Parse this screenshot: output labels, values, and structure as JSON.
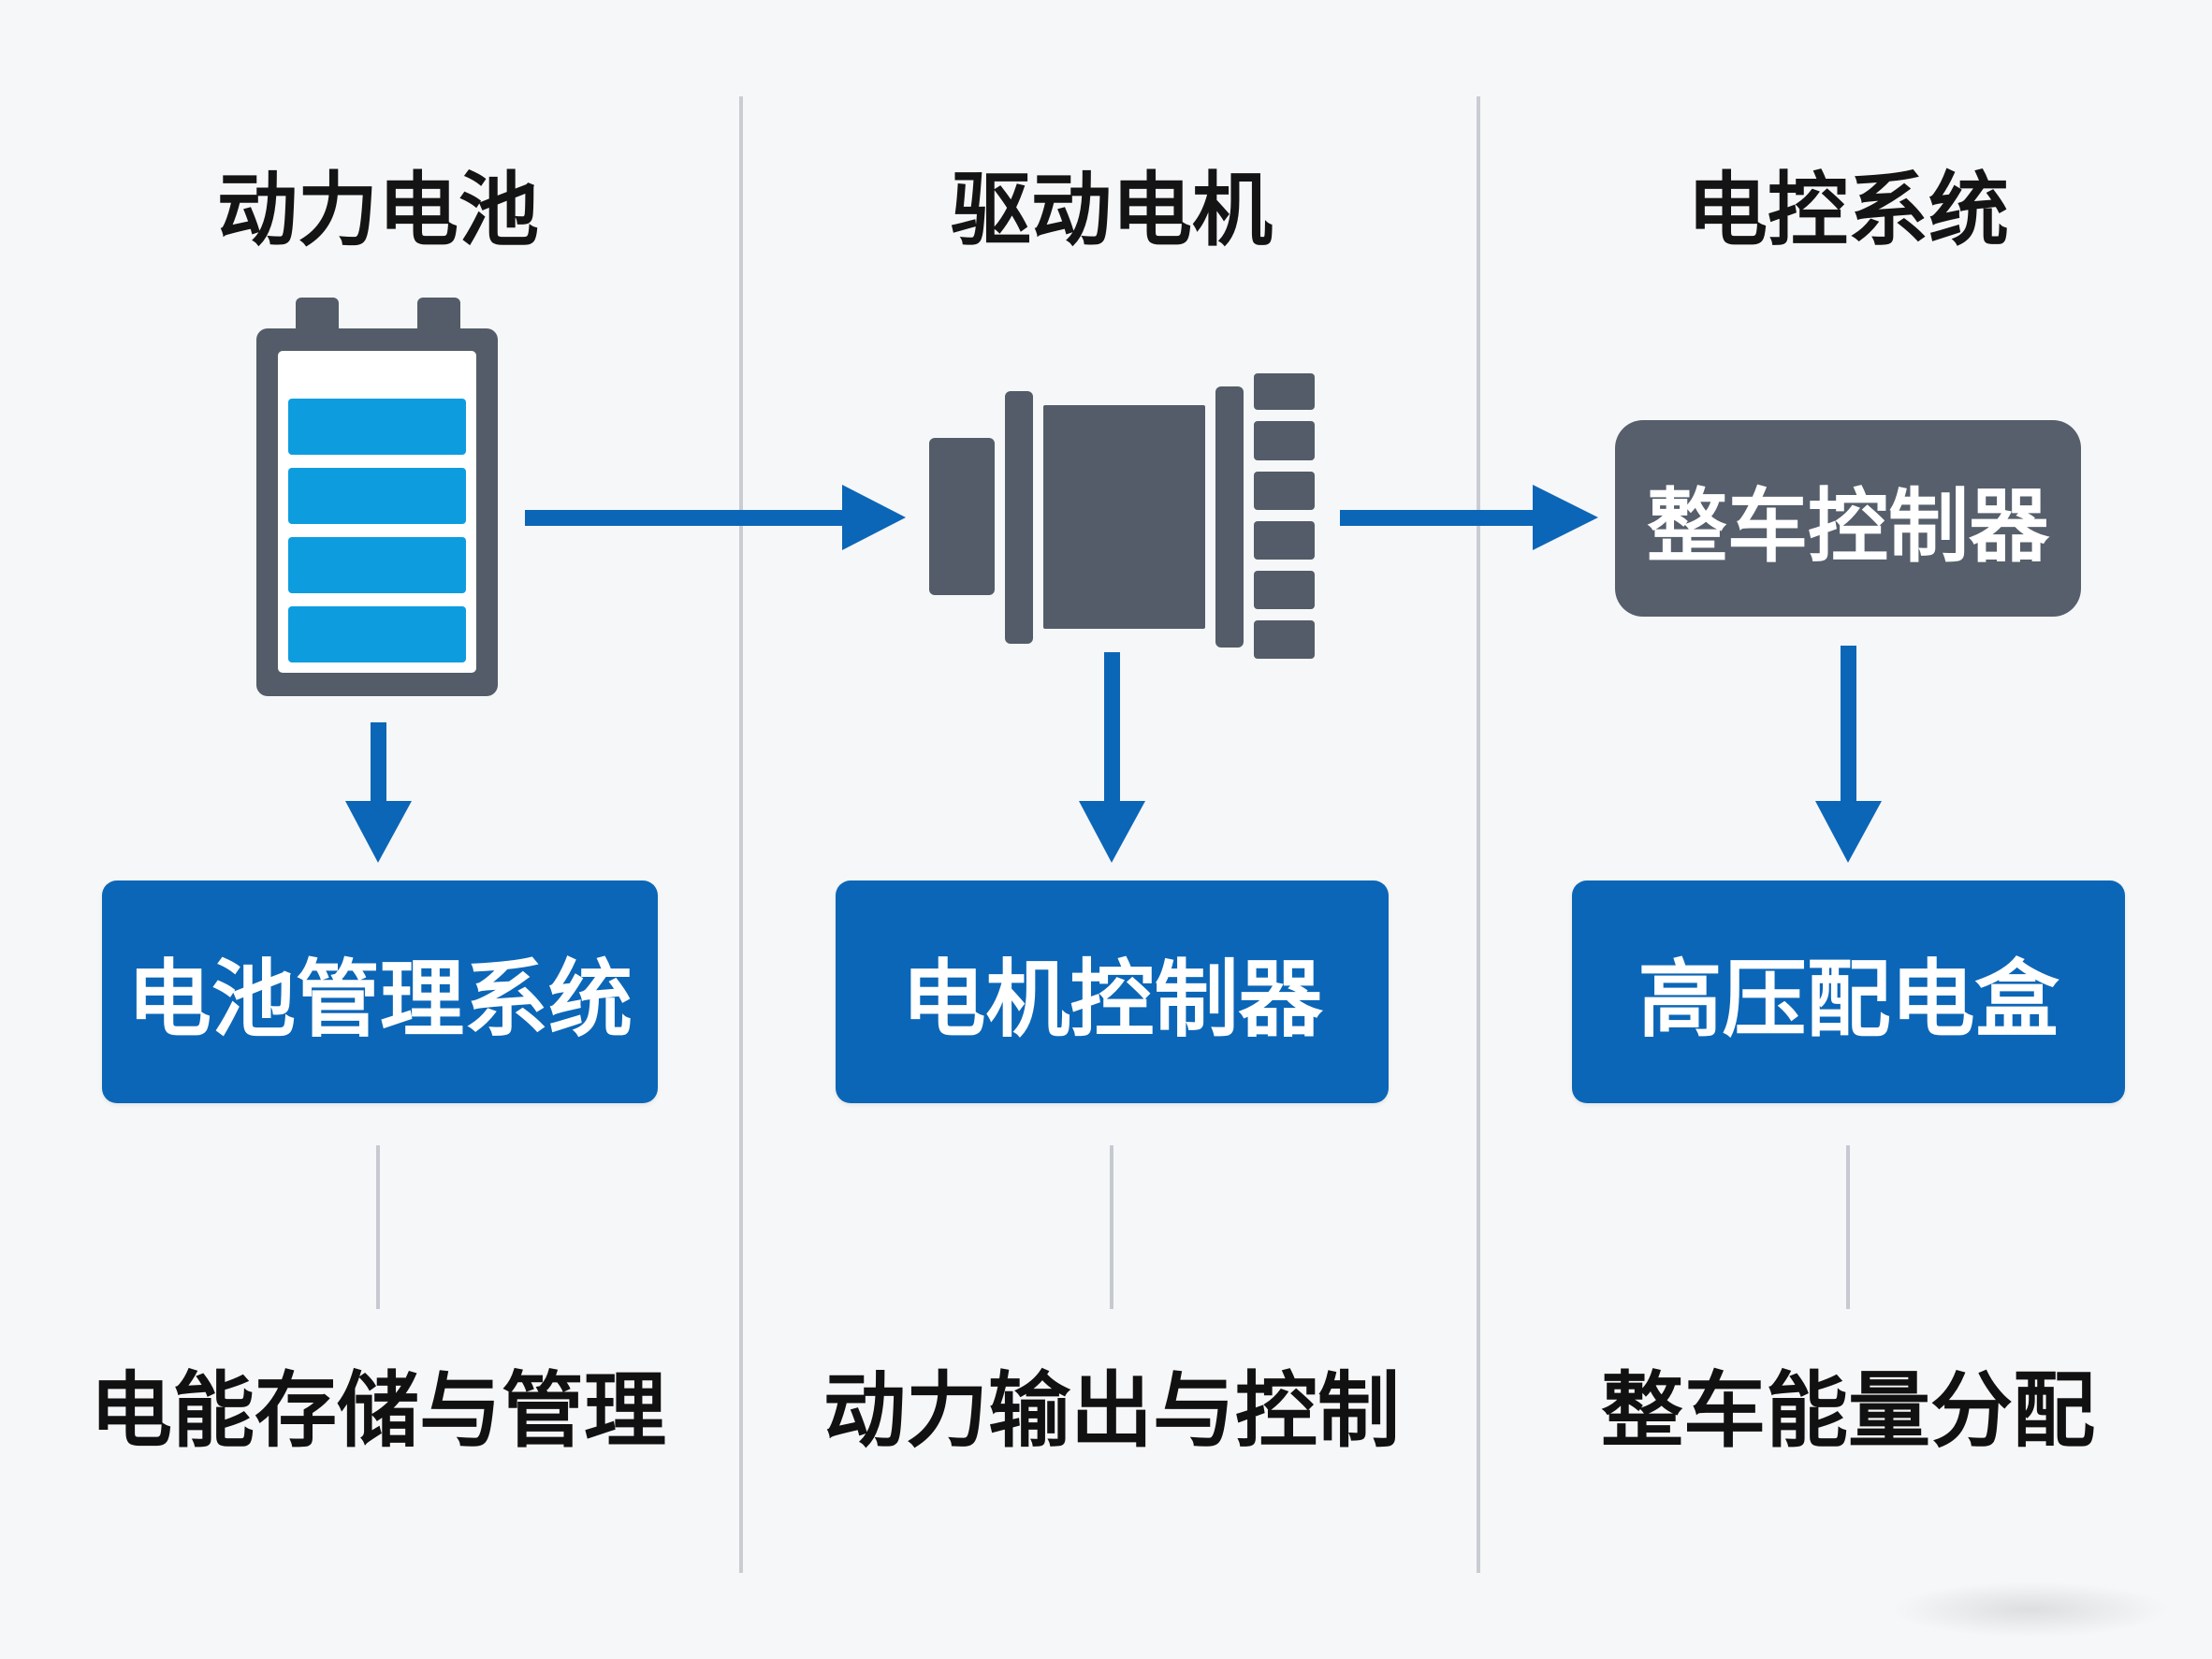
{
  "columns": [
    {
      "title": "动力电池",
      "icon": "battery-icon",
      "component": "电池管理系统",
      "function": "电能存储与管理"
    },
    {
      "title": "驱动电机",
      "icon": "motor-icon",
      "component": "电机控制器",
      "function": "动力输出与控制"
    },
    {
      "title": "电控系统",
      "icon_box": "整车控制器",
      "component": "高压配电盒",
      "function": "整车能量分配"
    }
  ],
  "colors": {
    "accent_blue": "#0b66b7",
    "battery_cell_blue": "#0d9ddf",
    "icon_gray": "#535c68",
    "divider_gray": "#c9cdd2",
    "background": "#f6f7f8"
  }
}
